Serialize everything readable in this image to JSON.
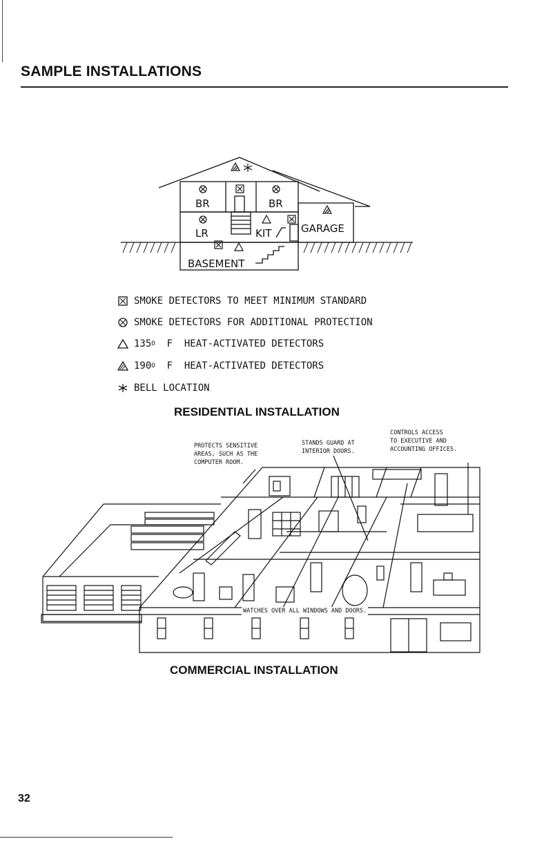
{
  "heading": "SAMPLE INSTALLATIONS",
  "residential": {
    "rooms": {
      "br_left": "BR",
      "br_right": "BR",
      "lr": "LR",
      "kit": "KIT",
      "garage": "GARAGE",
      "basement": "BASEMENT"
    },
    "legend": [
      {
        "symbol": "boxed-x",
        "text": "SMOKE DETECTORS TO MEET MINIMUM STANDARD"
      },
      {
        "symbol": "circled-x",
        "text": "SMOKE DETECTORS FOR ADDITIONAL PROTECTION"
      },
      {
        "symbol": "open-triangle",
        "value": "135",
        "unit": "F",
        "text": "HEAT-ACTIVATED DETECTORS"
      },
      {
        "symbol": "hatched-triangle",
        "value": "190",
        "unit": "F",
        "text": "HEAT-ACTIVATED DETECTORS"
      },
      {
        "symbol": "asterisk",
        "text": "BELL LOCATION"
      }
    ],
    "caption": "RESIDENTIAL INSTALLATION"
  },
  "commercial": {
    "callouts": {
      "protects": "PROTECTS SENSITIVE\nAREAS, SUCH AS THE\nCOMPUTER ROOM.",
      "stands": "STANDS GUARD AT\nINTERIOR DOORS.",
      "controls": "CONTROLS ACCESS\nTO EXECUTIVE AND\nACCOUNTING OFFICES.",
      "watches": "WATCHES OVER ALL WINDOWS AND DOORS."
    },
    "caption": "COMMERCIAL INSTALLATION"
  },
  "page_number": "32"
}
